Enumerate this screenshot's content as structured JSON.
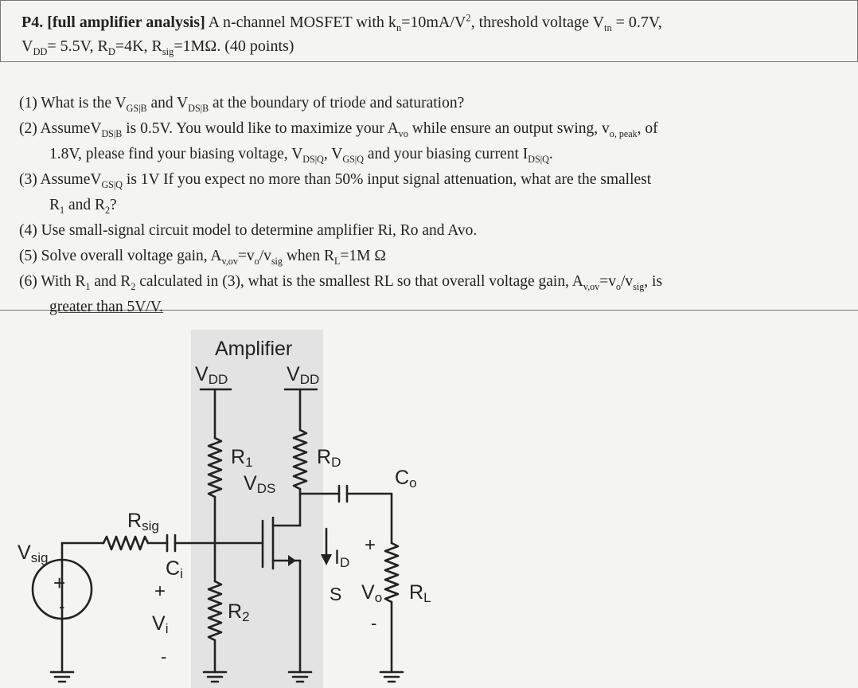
{
  "problem": {
    "title": "P4. [full amplifier analysis]",
    "intro": " A n-channel MOSFET with k",
    "kn_sub": "n",
    "kn_val": "=10mA/V",
    "kn_sup": "2",
    "vt_text": ", threshold voltage V",
    "vt_sub": "tn",
    "vt_val": " = 0.7V,",
    "vdd": "V",
    "vdd_sub": "DD",
    "vdd_val": "= 5.5V, R",
    "rd_sub": "D",
    "rd_val": "=4K, R",
    "rsig_sub": "sig",
    "rsig_val": "=1MΩ. (40 points)"
  },
  "questions": {
    "q1": {
      "a": "(1) What is the V",
      "s1": "GS|B",
      "b": " and V",
      "s2": "DS|B",
      "c": " at the boundary of triode and saturation?"
    },
    "q2": {
      "a": "(2) AssumeV",
      "s1": "DS|B",
      "b": " is 0.5V. You would like to maximize your A",
      "s2": "vo",
      "c": " while ensure an output swing, v",
      "s3": "o, peak",
      "d": ", of"
    },
    "q2b": {
      "a": "1.8V, please find your biasing voltage, V",
      "s1": "DS|Q",
      "b": ", V",
      "s2": "GS|Q",
      "c": " and your biasing current I",
      "s3": "DS|Q",
      "d": "."
    },
    "q3": {
      "a": "(3) AssumeV",
      "s1": "GS|Q",
      "b": " is 1V If you expect no more than 50% input signal attenuation, what are the smallest"
    },
    "q3b": {
      "a": "R",
      "s1": "1",
      "b": " and R",
      "s2": "2",
      "c": "?"
    },
    "q4": {
      "a": "(4) Use small-signal circuit model to determine amplifier Ri, Ro and Avo."
    },
    "q5": {
      "a": "(5) Solve overall voltage gain, A",
      "s1": "v,ov",
      "b": "=v",
      "s2": "o",
      "c": "/v",
      "s3": "sig",
      "d": " when R",
      "s4": "L",
      "e": "=1M Ω"
    },
    "q6": {
      "a": "(6) With R",
      "s1": "1",
      "b": " and R",
      "s2": "2",
      "c": " calculated in (3), what is the smallest RL so that overall voltage gain, A",
      "s3": "v,ov",
      "d": "=v",
      "s4": "o",
      "e": "/v",
      "s5": "sig",
      "f": ", is"
    },
    "q6b": {
      "a": "greater than 5V/V."
    }
  },
  "circuit": {
    "amplifier_label": "Amplifier",
    "vdd_left": "V",
    "vdd_left_sub": "DD",
    "vdd_right": "V",
    "vdd_right_sub": "DD",
    "r1": "R",
    "r1_sub": "1",
    "r2": "R",
    "r2_sub": "2",
    "rd": "R",
    "rd_sub": "D",
    "vds": "V",
    "vds_sub": "DS",
    "co": "C",
    "co_sub": "o",
    "ci": "C",
    "ci_sub": "i",
    "rsig": "R",
    "rsig_sub": "sig",
    "vsig": "V",
    "vsig_sub": "sig",
    "vi": "V",
    "vi_sub": "i",
    "id": "I",
    "id_sub": "D",
    "s": "S",
    "vo": "V",
    "vo_sub": "o",
    "rl": "R",
    "rl_sub": "L",
    "plus": "+",
    "minus": "-",
    "src_plus": "+",
    "src_minus": "-",
    "vi_plus": "+",
    "vi_minus": "-"
  }
}
